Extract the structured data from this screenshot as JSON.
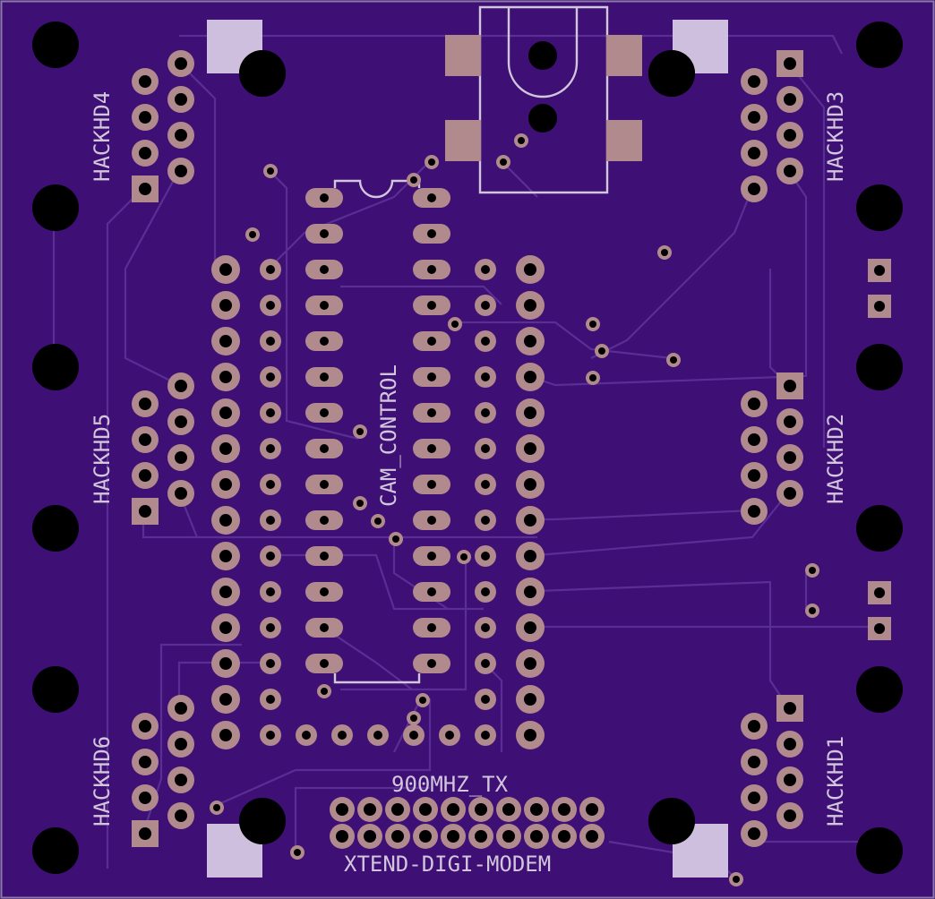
{
  "colors": {
    "background": "#000000",
    "board": "#3e0f74",
    "board_edge": "#8c7aa8",
    "trace": "#5a2f95",
    "copper": "#b08a8d",
    "drill": "#000000",
    "silkscreen": "#d2c6dc",
    "smd_pad": "#b08a8d",
    "light_pad": "#cdbfdd"
  },
  "labels": {
    "hackhd4": "HACKHD4",
    "hackhd3": "HACKHD3",
    "hackhd5": "HACKHD5",
    "hackhd2": "HACKHD2",
    "hackhd6": "HACKHD6",
    "hackhd1": "HACKHD1",
    "cam_control": "CAM_CONTROL",
    "tx": "900MHZ_TX",
    "modem": "XTEND-DIGI-MODEM"
  }
}
